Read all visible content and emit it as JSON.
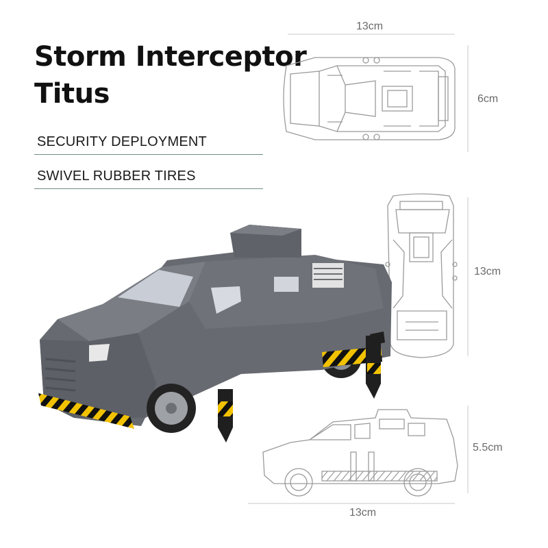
{
  "product": {
    "title_line1": "Storm Interceptor",
    "title_line2": "Titus"
  },
  "features": [
    {
      "label": "SECURITY DEPLOYMENT"
    },
    {
      "label": "SWIVEL RUBBER TIRES"
    }
  ],
  "dimensions": {
    "top_view_width": "13cm",
    "top_view_height": "6cm",
    "front_view_height": "13cm",
    "side_view_height": "5.5cm",
    "side_view_width": "13cm"
  },
  "colors": {
    "body": "#6b6e73",
    "hazard_yellow": "#f2c200",
    "hazard_black": "#111111",
    "line_art": "#9a9a9a"
  }
}
